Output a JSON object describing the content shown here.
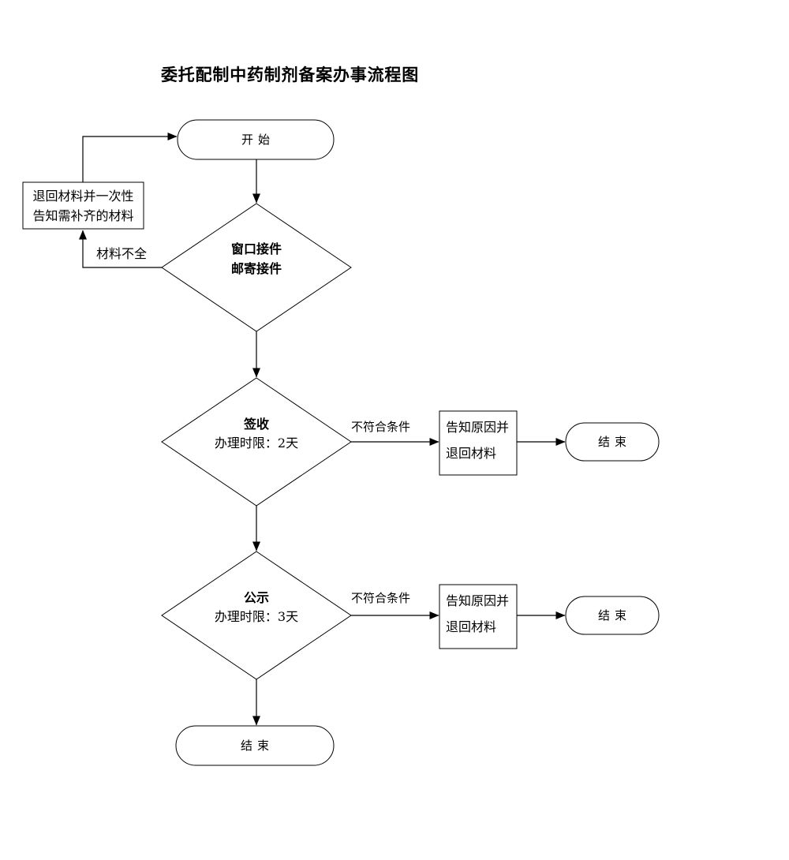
{
  "title": "委托配制中药制剂备案办事流程图",
  "nodes": {
    "start": {
      "label": "开始"
    },
    "return_materials": {
      "line1": "退回材料并一次性",
      "line2": "告知需补齐的材料"
    },
    "intake": {
      "line1": "窗口接件",
      "line2": "邮寄接件"
    },
    "sign_in": {
      "line1": "签收",
      "line2": "办理时限：2天"
    },
    "notify_return_1": {
      "line1": "告知原因并",
      "line2": "退回材料"
    },
    "end_1": {
      "label": "结束"
    },
    "publicity": {
      "line1": "公示",
      "line2": "办理时限：3天"
    },
    "notify_return_2": {
      "line1": "告知原因并",
      "line2": "退回材料"
    },
    "end_2": {
      "label": "结束"
    },
    "end_final": {
      "label": "结束"
    }
  },
  "edge_labels": {
    "materials_incomplete": "材料不全",
    "not_meet_conditions_1": "不符合条件",
    "not_meet_conditions_2": "不符合条件"
  },
  "colors": {
    "background": "#ffffff",
    "node_fill": "#ffffff",
    "stroke": "#000000",
    "text": "#000000"
  }
}
